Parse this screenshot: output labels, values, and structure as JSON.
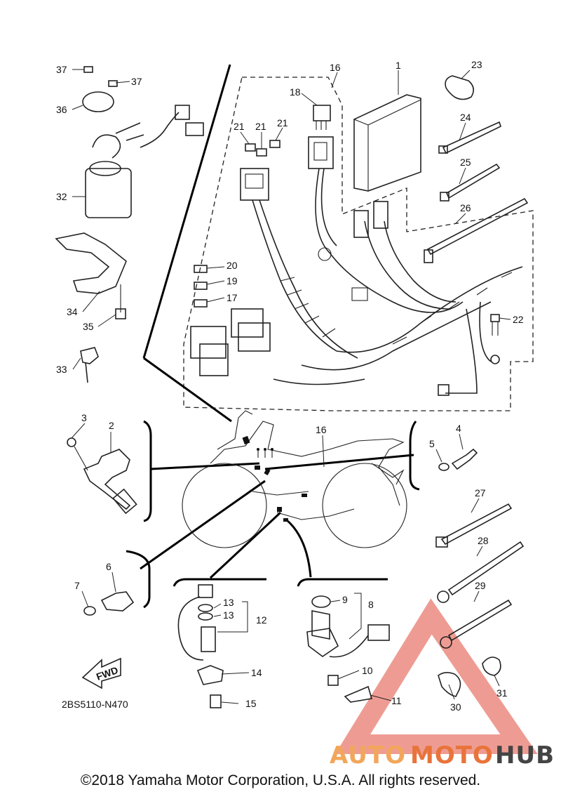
{
  "diagram_code": "2BS5110-N470",
  "fwd_label": "FWD",
  "copyright": "©2018 Yamaha Motor Corporation, U.S.A. All rights reserved.",
  "watermark": {
    "part1": "AUTO",
    "part2": "MOTO",
    "part3": "HUB",
    "color1": "#f2a65a",
    "color2": "#e8743b",
    "color3": "#444444",
    "triangle_color": "#e04a3a"
  },
  "callouts": [
    "1",
    "2",
    "3",
    "4",
    "5",
    "6",
    "7",
    "8",
    "9",
    "10",
    "11",
    "12",
    "13",
    "13",
    "14",
    "15",
    "16",
    "16",
    "17",
    "18",
    "19",
    "20",
    "21",
    "21",
    "21",
    "22",
    "23",
    "24",
    "25",
    "26",
    "27",
    "28",
    "29",
    "30",
    "31",
    "32",
    "33",
    "34",
    "35",
    "36",
    "37",
    "37"
  ]
}
